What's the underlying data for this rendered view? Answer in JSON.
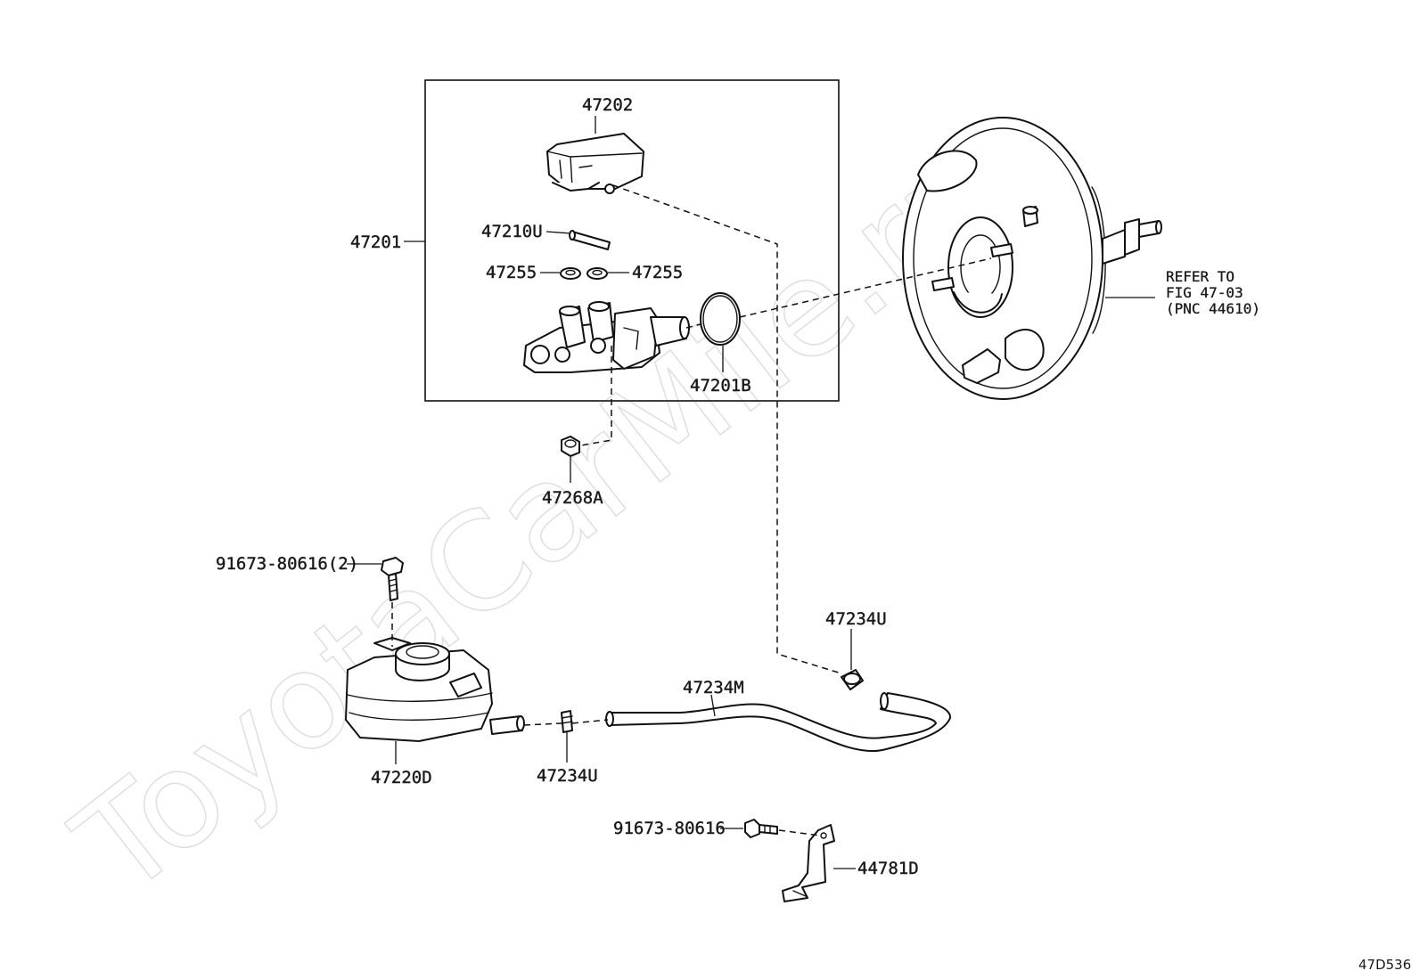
{
  "watermark": "ToyotaCarMile.ru",
  "diagram_code": "47D536",
  "callouts": {
    "p47201": "47201",
    "p47202": "47202",
    "p47210U": "47210U",
    "p47255_left": "47255",
    "p47255_right": "47255",
    "p47201B": "47201B",
    "p47268A": "47268A",
    "bolt_top": "91673-80616(2)",
    "p47234U_upper": "47234U",
    "p47234M": "47234M",
    "p47220D": "47220D",
    "p47234U_lower": "47234U",
    "bolt_bottom": "91673-80616",
    "p44781D": "44781D"
  },
  "refer": {
    "line1": "REFER TO",
    "line2": "FIG 47-03",
    "line3": "(PNC 44610)"
  }
}
